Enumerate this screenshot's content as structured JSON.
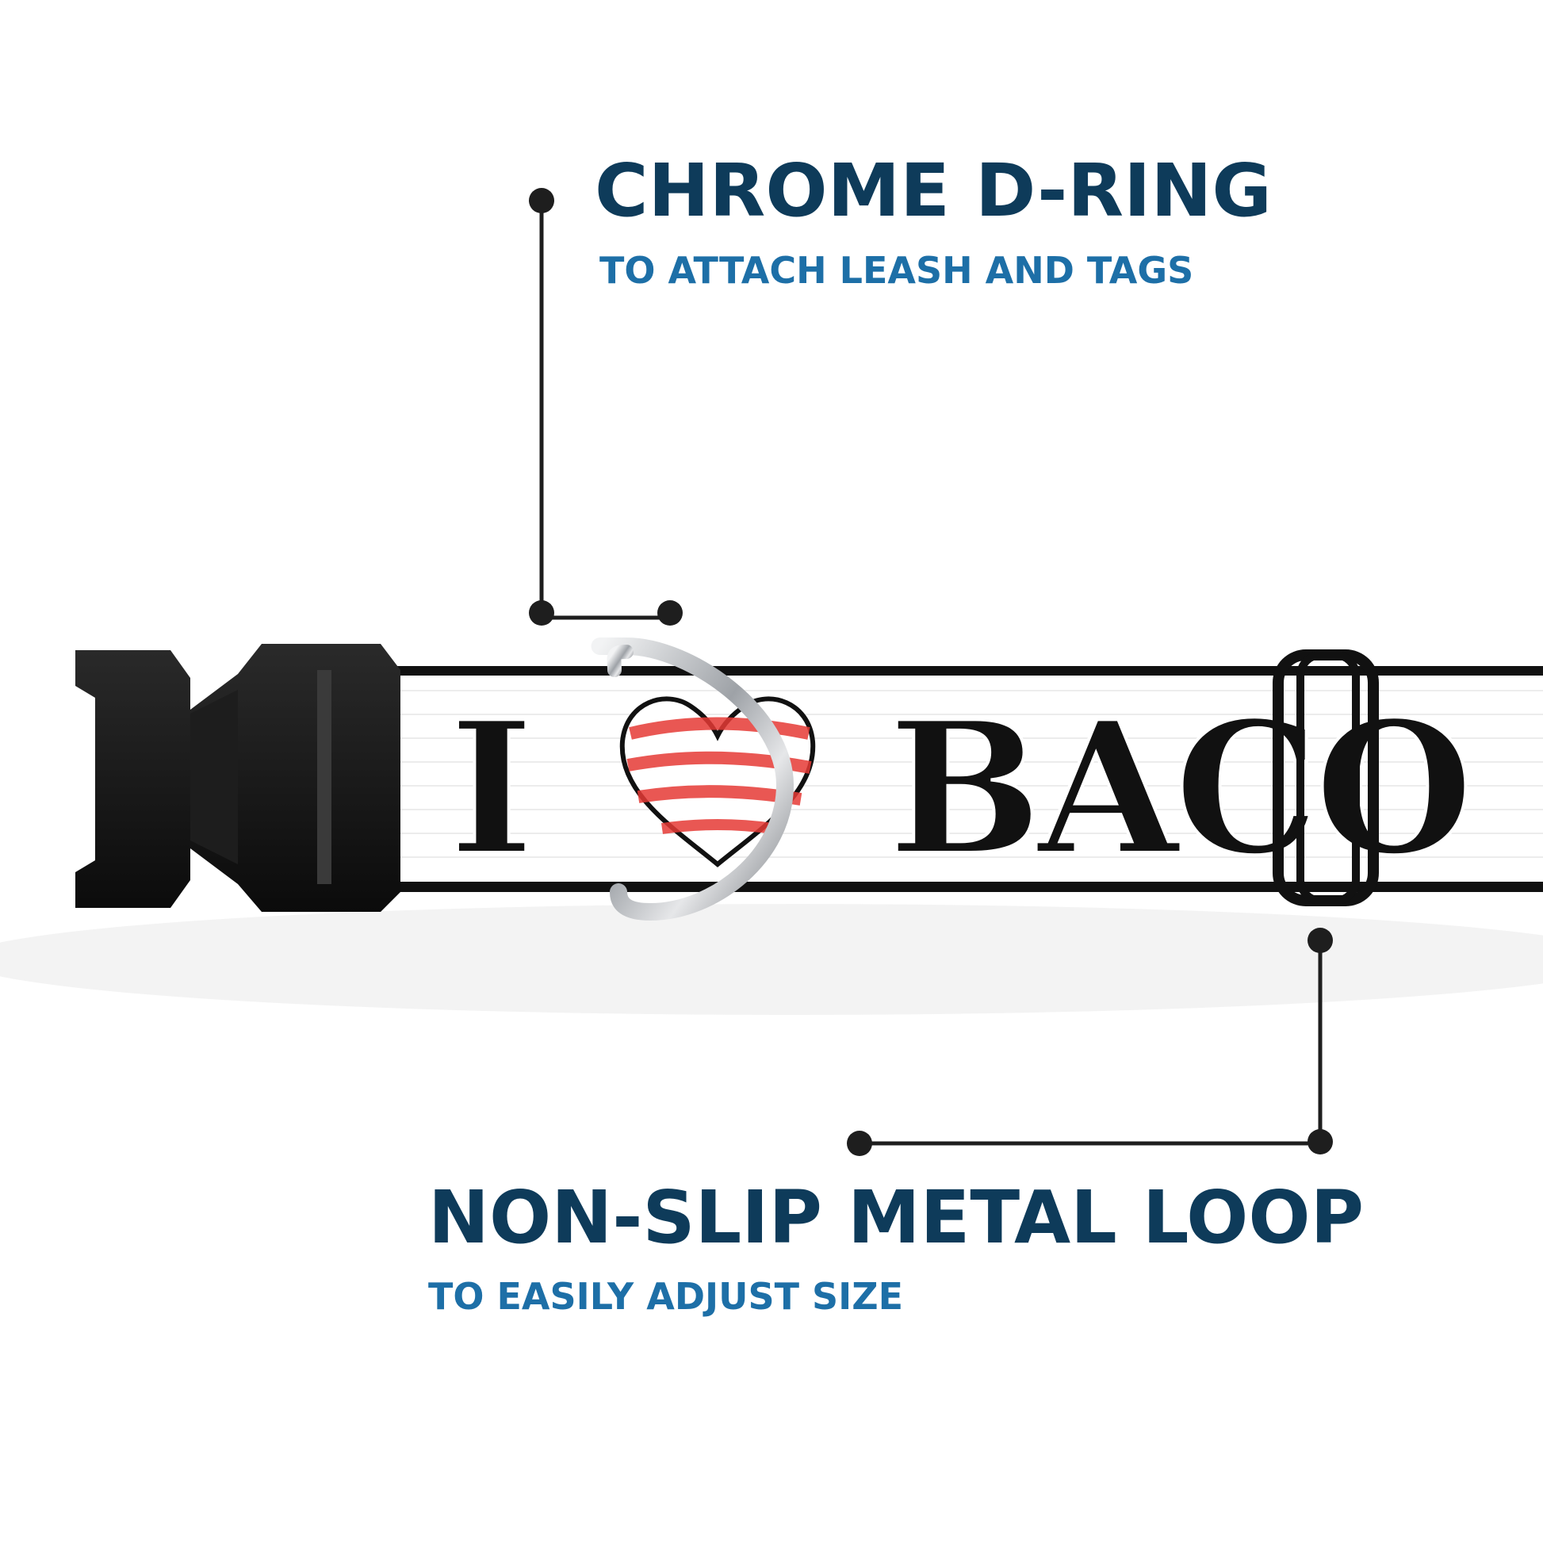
{
  "callouts": {
    "d_ring": {
      "title": "CHROME D-RING",
      "subtitle": "TO ATTACH LEASH AND TAGS"
    },
    "loop": {
      "title": "NON-SLIP METAL LOOP",
      "subtitle": "TO EASILY ADJUST SIZE"
    }
  },
  "collar": {
    "print_text": "I",
    "print_text_2": "BACO",
    "heart_icon": "heart-icon",
    "colors": {
      "strap": "#ffffff",
      "strap_border": "#111111",
      "print": "#111111",
      "heart_stripes": "#e53935",
      "buckle": "#161616",
      "d_ring": "#b9bcc0",
      "loop": "#111111"
    }
  },
  "colors": {
    "title": "#0e3b5a",
    "subtitle": "#1d6fa7",
    "leader_line": "#1e1e1e"
  }
}
